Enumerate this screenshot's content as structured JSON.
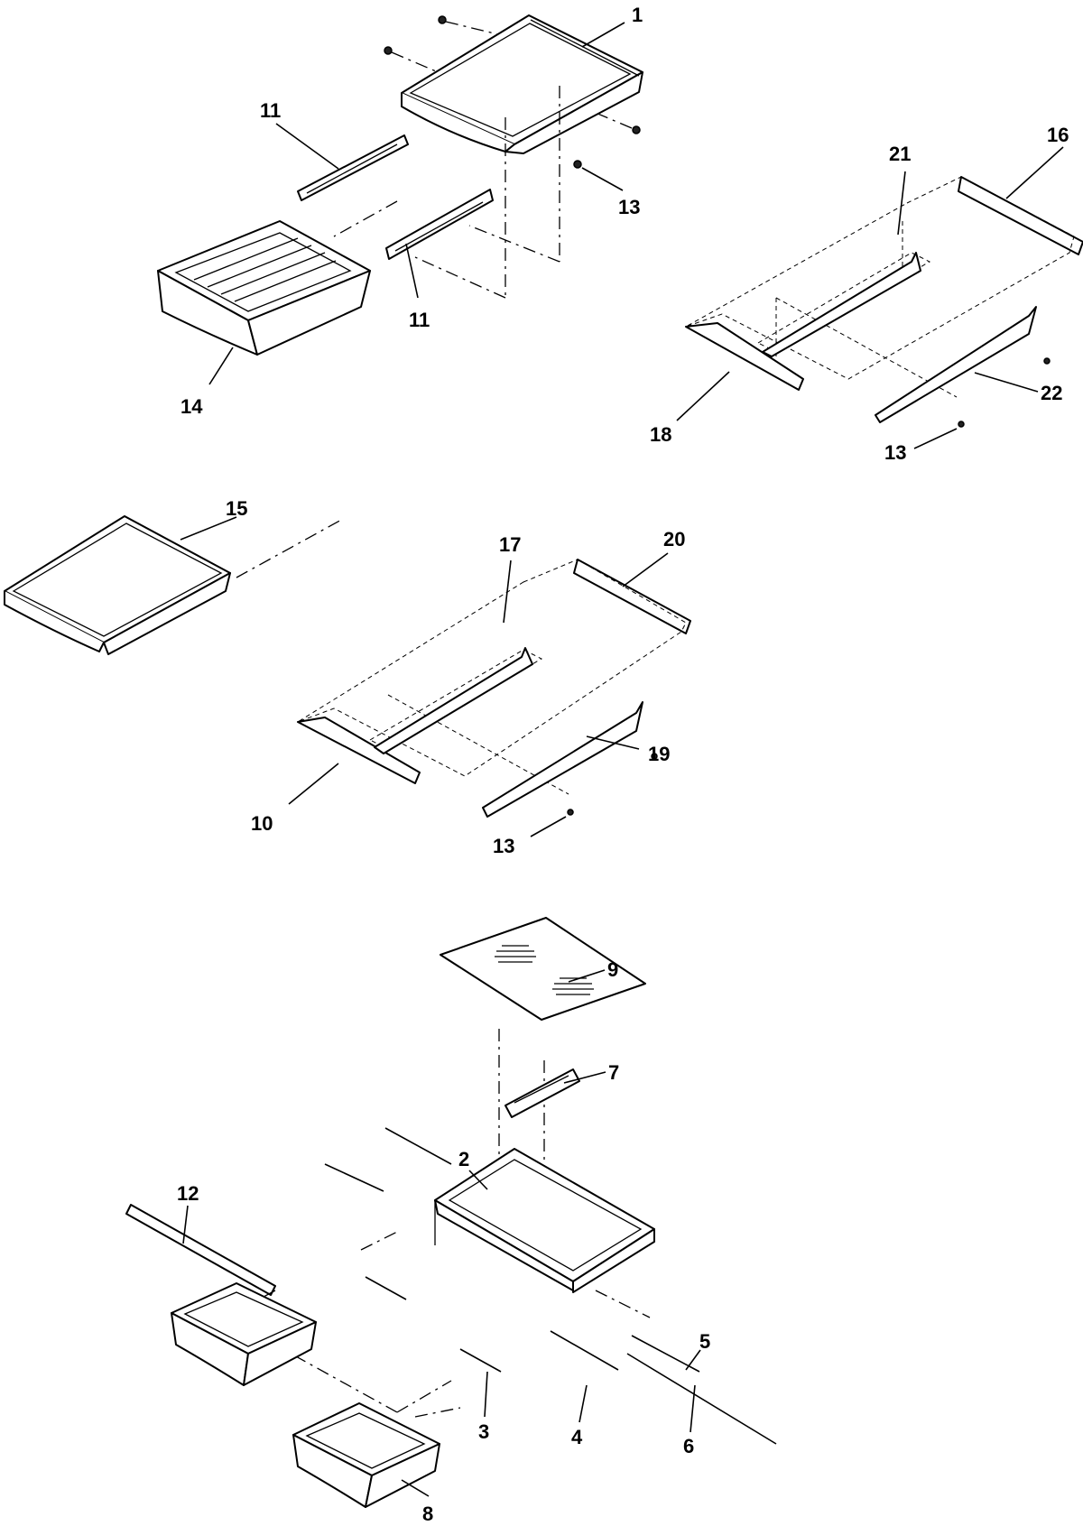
{
  "callouts": [
    {
      "id": "c1",
      "label": "1"
    },
    {
      "id": "c11a",
      "label": "11"
    },
    {
      "id": "c11b",
      "label": "11"
    },
    {
      "id": "c13a",
      "label": "13"
    },
    {
      "id": "c14",
      "label": "14"
    },
    {
      "id": "c21",
      "label": "21"
    },
    {
      "id": "c16",
      "label": "16"
    },
    {
      "id": "c18",
      "label": "18"
    },
    {
      "id": "c22",
      "label": "22"
    },
    {
      "id": "c13b",
      "label": "13"
    },
    {
      "id": "c15",
      "label": "15"
    },
    {
      "id": "c17",
      "label": "17"
    },
    {
      "id": "c20",
      "label": "20"
    },
    {
      "id": "c10",
      "label": "10"
    },
    {
      "id": "c19",
      "label": "19"
    },
    {
      "id": "c13c",
      "label": "13"
    },
    {
      "id": "c9",
      "label": "9"
    },
    {
      "id": "c7",
      "label": "7"
    },
    {
      "id": "c2",
      "label": "2"
    },
    {
      "id": "c12",
      "label": "12"
    },
    {
      "id": "c5",
      "label": "5"
    },
    {
      "id": "c3",
      "label": "3"
    },
    {
      "id": "c4",
      "label": "4"
    },
    {
      "id": "c6",
      "label": "6"
    },
    {
      "id": "c8",
      "label": "8"
    }
  ]
}
